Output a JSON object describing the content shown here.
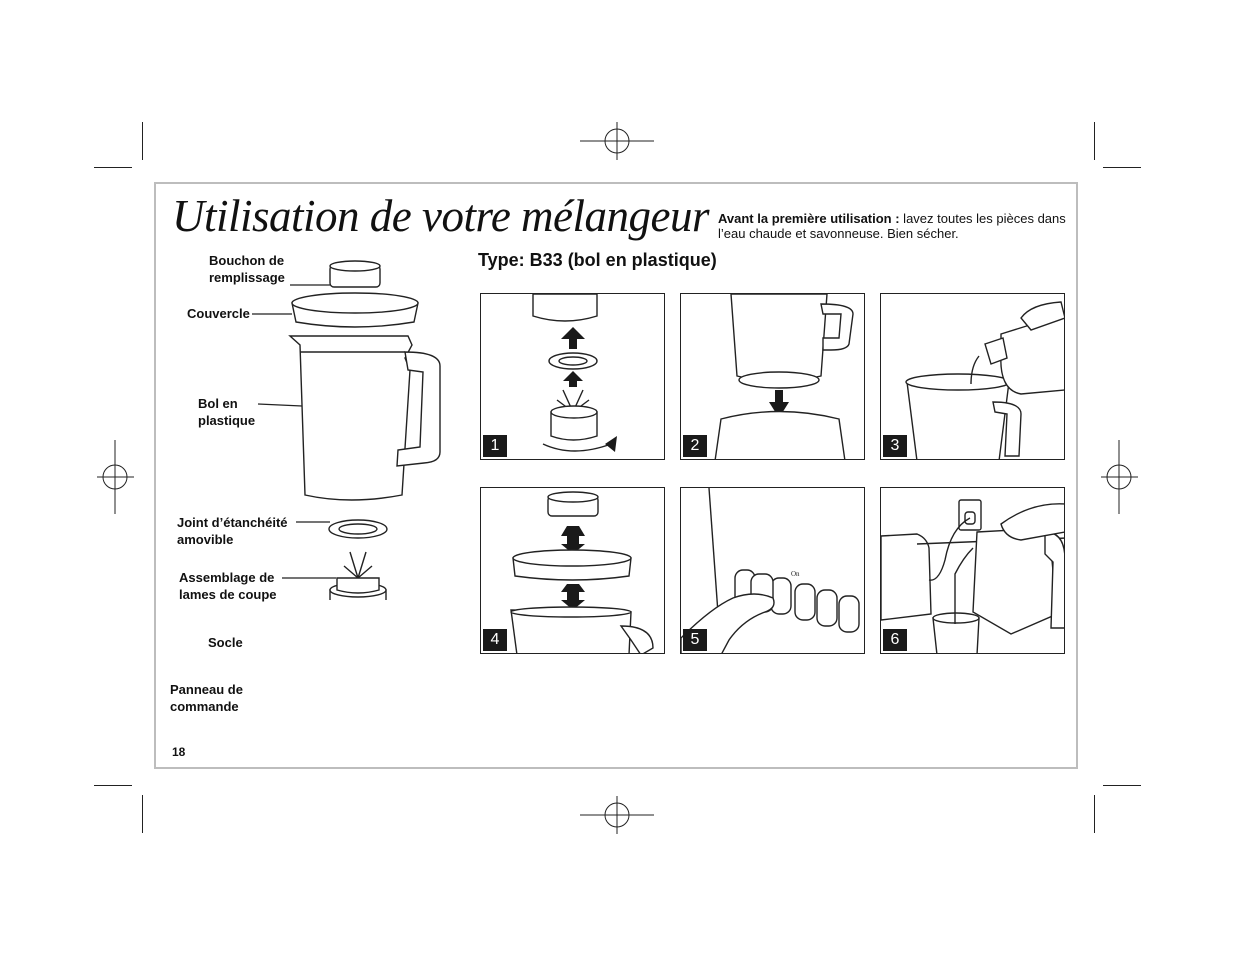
{
  "title": "Utilisation de votre mélangeur",
  "intro": {
    "bold": "Avant la première utilisation :",
    "text": " lavez toutes les pièces dans l’eau chaude et savonneuse. Bien sécher."
  },
  "type_heading": "Type: B33 (bol en plastique)",
  "parts": {
    "filler_cap": "Bouchon de remplissage",
    "lid": "Couvercle",
    "jar": "Bol en plastique",
    "gasket": "Joint d’étanchéité amovible",
    "blade_assembly": "Assemblage de lames de coupe",
    "base": "Socle",
    "control_panel": "Panneau de commande"
  },
  "steps": [
    "1",
    "2",
    "3",
    "4",
    "5",
    "6"
  ],
  "on_label": "On",
  "page_number": "18"
}
